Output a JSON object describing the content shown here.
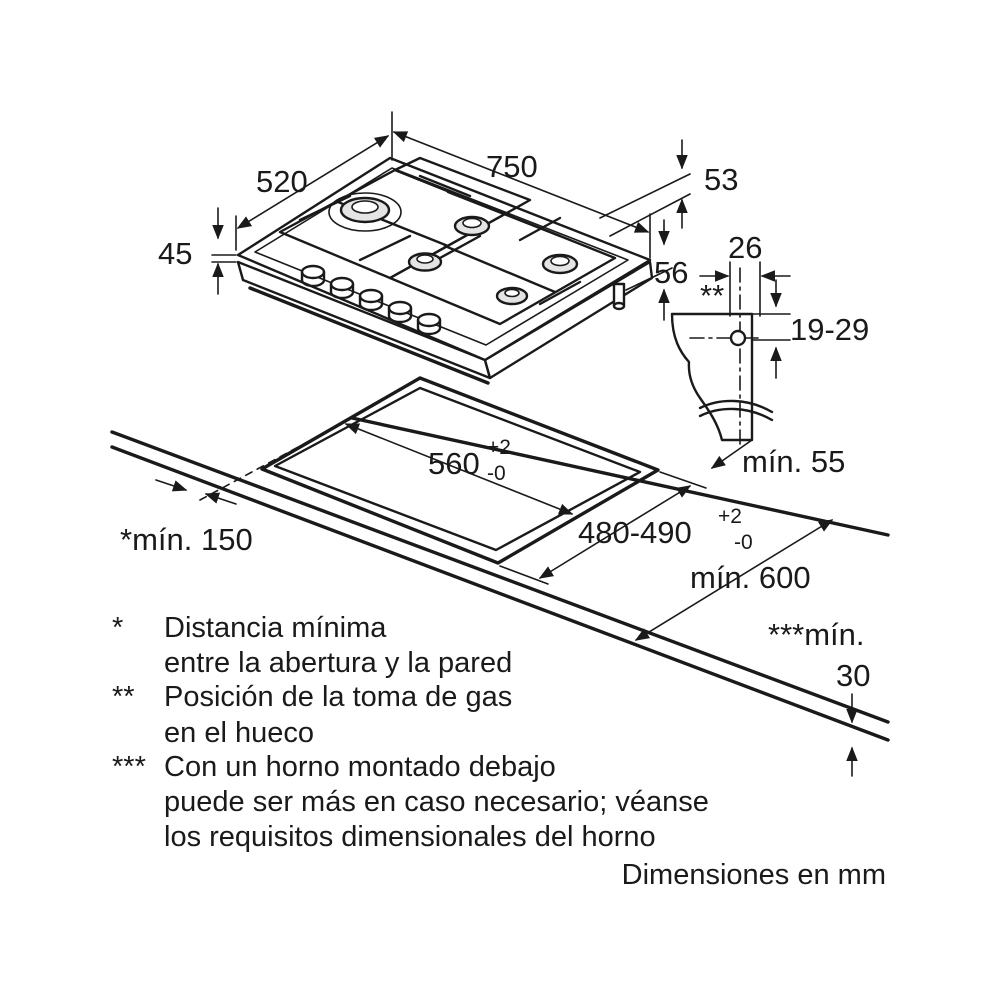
{
  "dimensions": {
    "width": "750",
    "depth": "520",
    "height": "45",
    "gas_offset": "53",
    "gas_depth": "56",
    "bracket_width": "26",
    "bracket_range": "19-29",
    "cutout_width": "560",
    "cutout_width_plus": "+2",
    "cutout_width_minus": "-0",
    "cutout_depth": "480-490",
    "cutout_depth_plus": "+2",
    "cutout_depth_minus": "-0",
    "min_front": "mín. 55",
    "min_wall": "*mín. 150",
    "min_counter": "mín. 600",
    "min_oven_line1": "***mín.",
    "min_oven_line2": "30",
    "gas_marker": "**"
  },
  "notes": [
    {
      "marker": "*",
      "lines": [
        "Distancia mínima",
        "entre la abertura y la pared"
      ]
    },
    {
      "marker": "**",
      "lines": [
        "Posición de la toma de gas",
        "en el hueco"
      ]
    },
    {
      "marker": "***",
      "lines": [
        "Con un horno montado debajo",
        "puede ser más en caso necesario; véanse",
        "los requisitos dimensionales del horno"
      ]
    }
  ],
  "units_note": "Dimensiones en mm"
}
